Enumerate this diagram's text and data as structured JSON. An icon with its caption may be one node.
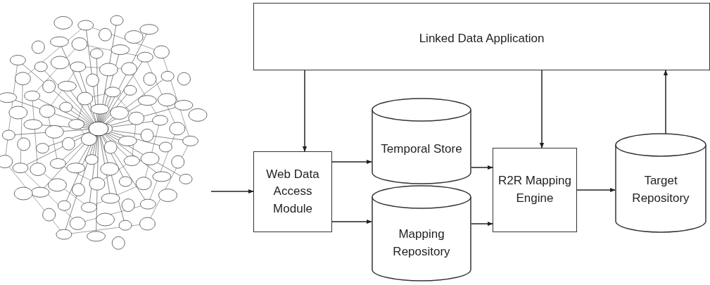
{
  "diagram": {
    "nodes": [
      {
        "text": [
          "Linked Data Application"
        ]
      },
      {
        "text": [],
        "shape": "picture"
      },
      {
        "text": [
          "Web Data Access Module"
        ]
      },
      {
        "text": [
          "Temporal Store"
        ]
      },
      {
        "text": [
          "Mapping Repository"
        ]
      },
      {
        "text": [
          "R2R Mapping Engine"
        ]
      },
      {
        "text": [
          "Target Repository"
        ]
      }
    ],
    "edges": [
      {
        "from": 1,
        "to": 2,
        "arrow": "to"
      },
      {
        "from": 0,
        "to": 2,
        "arrow": "to"
      },
      {
        "from": 2,
        "to": 3,
        "arrow": "to"
      },
      {
        "from": 2,
        "to": 4,
        "arrow": "to"
      },
      {
        "from": 3,
        "to": 5,
        "arrow": "to"
      },
      {
        "from": 4,
        "to": 5,
        "arrow": "to"
      },
      {
        "from": 0,
        "to": 5,
        "arrow": "to"
      },
      {
        "from": 5,
        "to": 6,
        "arrow": "to"
      },
      {
        "from": 6,
        "to": 0,
        "arrow": "to"
      }
    ]
  }
}
